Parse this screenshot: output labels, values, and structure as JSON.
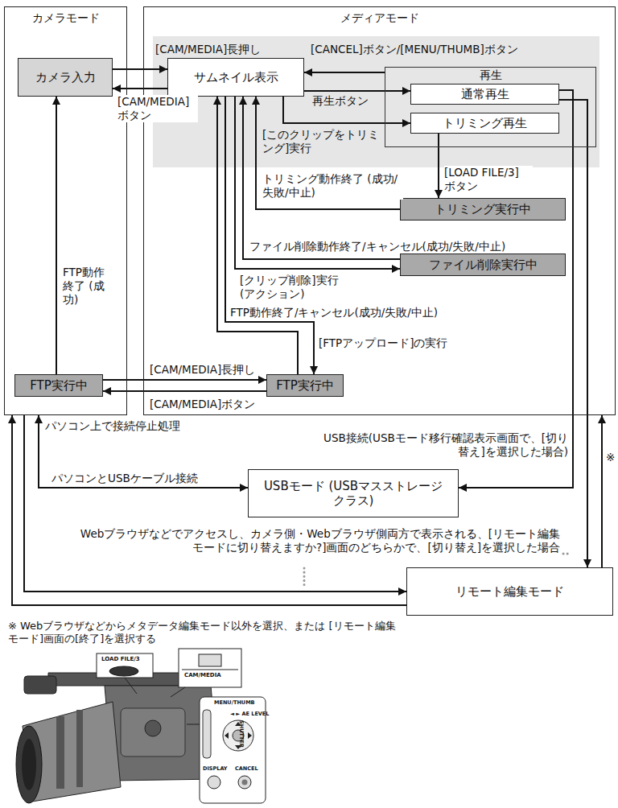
{
  "diagram": {
    "nodes": [
      {
        "text": [
          "カメラモード"
        ]
      },
      {
        "text": [
          "カメラ入力"
        ],
        "in": 0
      },
      {
        "text": [
          "FTP実行中"
        ],
        "in": 0
      },
      {
        "text": [
          "メディアモード"
        ]
      },
      {
        "text": [
          "サムネイル表示"
        ],
        "in": 3
      },
      {
        "text": [
          "再生"
        ],
        "in": 3
      },
      {
        "text": [
          "通常再生"
        ],
        "in": 5
      },
      {
        "text": [
          "トリミング再生"
        ],
        "in": 5
      },
      {
        "text": [
          "トリミング実行中"
        ],
        "in": 3
      },
      {
        "text": [
          "ファイル削除実行中"
        ],
        "in": 3
      },
      {
        "text": [
          "FTP実行中"
        ],
        "in": 3
      },
      {
        "text": [
          "USBモード (USBマスストレージクラス)"
        ]
      },
      {
        "text": [
          "リモート編集モード"
        ]
      }
    ],
    "edges": [
      {
        "from": 1,
        "to": 4,
        "label": "[CAM/MEDIA]長押し",
        "arrow": "to"
      },
      {
        "from": 4,
        "to": 1,
        "label": "[CAM/MEDIA] ボタン",
        "arrow": "to"
      },
      {
        "from": 5,
        "to": 4,
        "label": "[CANCEL]ボタン/[MENU/THUMB]ボタン",
        "arrow": "to"
      },
      {
        "from": 4,
        "to": 6,
        "label": "再生ボタン",
        "arrow": "to"
      },
      {
        "from": 4,
        "to": 7,
        "label": "[このクリップをトリミング]実行",
        "arrow": "to"
      },
      {
        "from": 7,
        "to": 8,
        "label": "[LOAD FILE/3] ボタン",
        "arrow": "to"
      },
      {
        "from": 8,
        "to": 4,
        "label": "トリミング動作終了 (成功/失敗/中止)",
        "arrow": "to"
      },
      {
        "from": 9,
        "to": 4,
        "label": "ファイル削除動作終了/キャンセル(成功/失敗/中止)",
        "arrow": "to"
      },
      {
        "from": 4,
        "to": 9,
        "label": "[クリップ削除]実行 (アクション)",
        "arrow": "to"
      },
      {
        "from": 10,
        "to": 4,
        "label": "FTP動作終了/キャンセル(成功/失敗/中止)",
        "arrow": "to"
      },
      {
        "from": 4,
        "to": 10,
        "label": "[FTPアップロード]の実行",
        "arrow": "to"
      },
      {
        "from": 2,
        "to": 10,
        "label": "[CAM/MEDIA]長押し",
        "arrow": "to"
      },
      {
        "from": 10,
        "to": 2,
        "label": "[CAM/MEDIA]ボタン",
        "arrow": "to"
      },
      {
        "from": 2,
        "to": 1,
        "label": "FTP動作終了 (成功)",
        "arrow": "to"
      },
      {
        "from": 6,
        "to": 11,
        "label": "USB接続(USBモード移行確認表示画面で、[切り替え]を選択した場合)",
        "arrow": "to"
      },
      {
        "from": 0,
        "to": 11,
        "label": "パソコンとUSBケーブル接続",
        "arrow": "both"
      },
      {
        "from": 0,
        "to": 12,
        "label": "Webブラウザなどでアクセスし、カメラ側・Webブラウザ側両方で表示される、[リモート編集モードに切り替えますか?]画面のどちらかで、[切り替え]を選択した場合",
        "arrow": "to"
      },
      {
        "from": 6,
        "to": 12,
        "arrow": "to"
      },
      {
        "from": 12,
        "to": 3,
        "label": "※",
        "arrow": "to"
      },
      {
        "from": 12,
        "to": 0,
        "arrow": "to"
      }
    ],
    "labels": [
      "パソコン上で接続停止処理",
      "※ Webブラウザなどからメタデータ編集モード以外を選択、または [リモート編集モード]画面の[終了]を選択する",
      "LOAD FILE/3",
      "CAM/MEDIA",
      "MENU/THUMB",
      "◄ ► AE LEVEL",
      "SHUTTER",
      "DISPLAY",
      "CANCEL"
    ]
  }
}
